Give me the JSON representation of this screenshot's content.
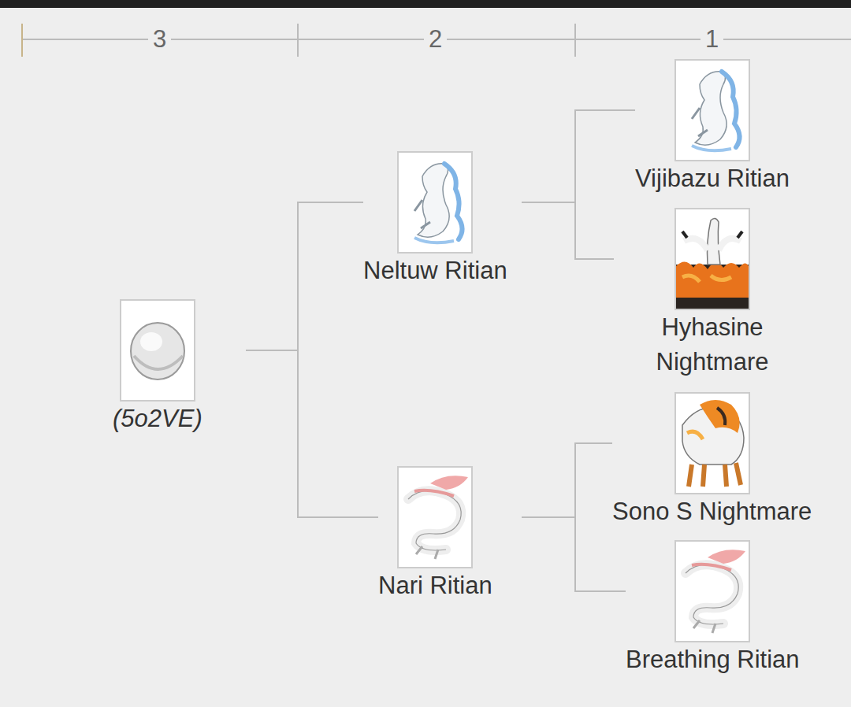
{
  "diagram": {
    "nodes": [
      {
        "text": [
          "(5o2VE)"
        ]
      },
      {
        "text": [
          "Neltuw Ritian"
        ]
      },
      {
        "text": [
          "Nari Ritian"
        ]
      },
      {
        "text": [
          "Vijibazu Ritian"
        ]
      },
      {
        "text": [
          "Hyhasine Nightmare"
        ]
      },
      {
        "text": [
          "Sono S Nightmare"
        ]
      },
      {
        "text": [
          "Breathing Ritian"
        ]
      }
    ],
    "edges": [
      {
        "from": 0,
        "to": 1,
        "arrow": "none"
      },
      {
        "from": 0,
        "to": 2,
        "arrow": "none"
      },
      {
        "from": 1,
        "to": 3,
        "arrow": "none"
      },
      {
        "from": 1,
        "to": 4,
        "arrow": "none"
      },
      {
        "from": 2,
        "to": 5,
        "arrow": "none"
      },
      {
        "from": 2,
        "to": 6,
        "arrow": "none"
      }
    ],
    "labels": [
      "3",
      "2",
      "1"
    ]
  }
}
